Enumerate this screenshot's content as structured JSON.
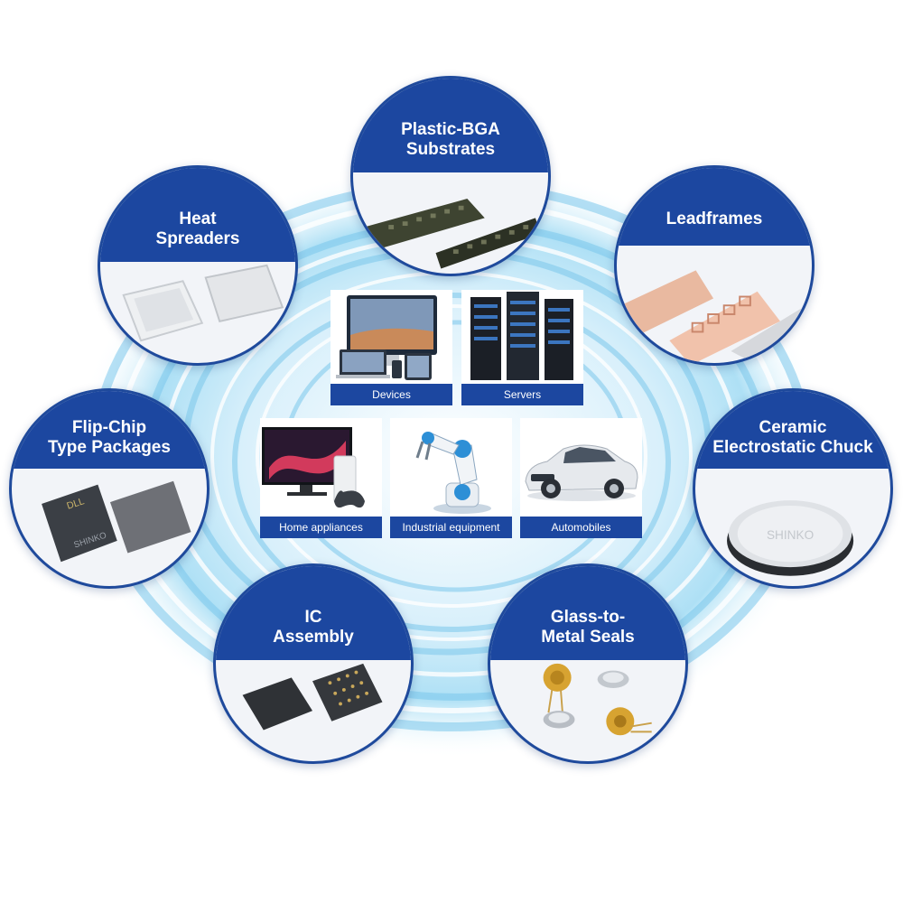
{
  "products": [
    {
      "id": "plastic-bga",
      "title": "Plastic-BGA\nSubstrates",
      "icon": "bga-substrate-icon"
    },
    {
      "id": "leadframes",
      "title": "Leadframes",
      "icon": "leadframe-icon"
    },
    {
      "id": "ceramic-chuck",
      "title": "Ceramic\nElectrostatic Chuck",
      "icon": "electrostatic-chuck-icon",
      "watermark": "SHINKO"
    },
    {
      "id": "glass-metal",
      "title": "Glass-to-\nMetal Seals",
      "icon": "glass-metal-seal-icon"
    },
    {
      "id": "ic-assembly",
      "title": "IC\nAssembly",
      "icon": "ic-chip-icon"
    },
    {
      "id": "flip-chip",
      "title": "Flip-Chip\nType Packages",
      "icon": "flip-chip-icon",
      "chip_text": [
        "DLL",
        "SHINKO"
      ]
    },
    {
      "id": "heat-spreaders",
      "title": "Heat\nSpreaders",
      "icon": "heat-spreader-icon"
    }
  ],
  "applications": [
    {
      "id": "devices",
      "label": "Devices",
      "icon": "devices-icon"
    },
    {
      "id": "servers",
      "label": "Servers",
      "icon": "servers-icon"
    },
    {
      "id": "home",
      "label": "Home appliances",
      "icon": "home-appliances-icon"
    },
    {
      "id": "industrial",
      "label": "Industrial equipment",
      "icon": "robot-arm-icon"
    },
    {
      "id": "auto",
      "label": "Automobiles",
      "icon": "car-icon"
    }
  ],
  "colors": {
    "accent": "#1c47a0",
    "swirl": "#8fd0f0"
  }
}
